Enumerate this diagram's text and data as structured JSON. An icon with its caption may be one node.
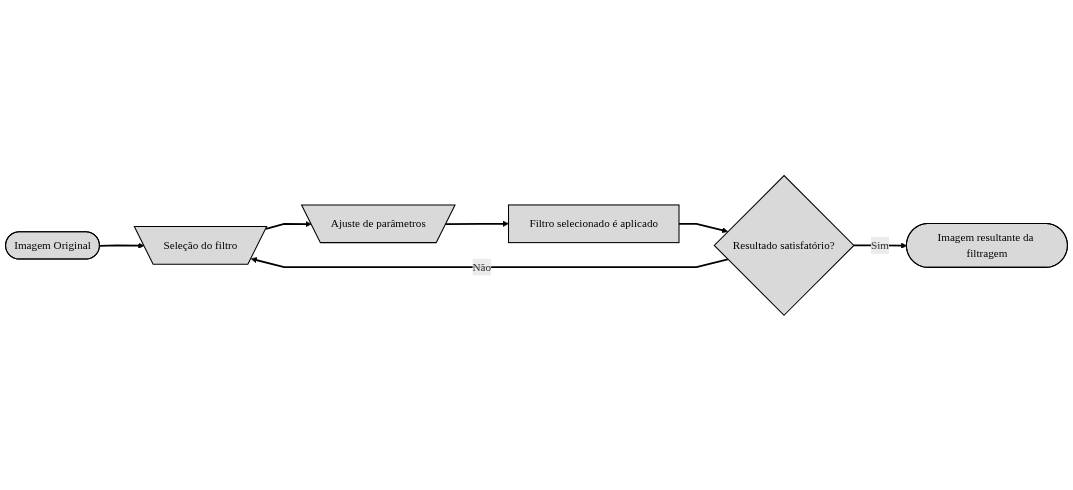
{
  "diagram": {
    "nodes": [
      {
        "text": [
          "Imagem Original"
        ]
      },
      {
        "text": [
          "Seleção do filtro"
        ]
      },
      {
        "text": [
          "Ajuste de parâmetros"
        ]
      },
      {
        "text": [
          "Filtro selecionado é aplicado"
        ]
      },
      {
        "text": [
          "Resultado satisfatório?"
        ]
      },
      {
        "text": [
          "Imagem resultante da filtragem"
        ]
      }
    ],
    "edges": [
      {
        "from": 0,
        "to": 1,
        "arrow": "to"
      },
      {
        "from": 1,
        "to": 2,
        "arrow": "to"
      },
      {
        "from": 2,
        "to": 3,
        "arrow": "to"
      },
      {
        "from": 3,
        "to": 4,
        "arrow": "to"
      },
      {
        "from": 4,
        "to": 5,
        "label": "Sim",
        "arrow": "to"
      },
      {
        "from": 4,
        "to": 1,
        "label": "Não",
        "arrow": "to"
      }
    ]
  }
}
